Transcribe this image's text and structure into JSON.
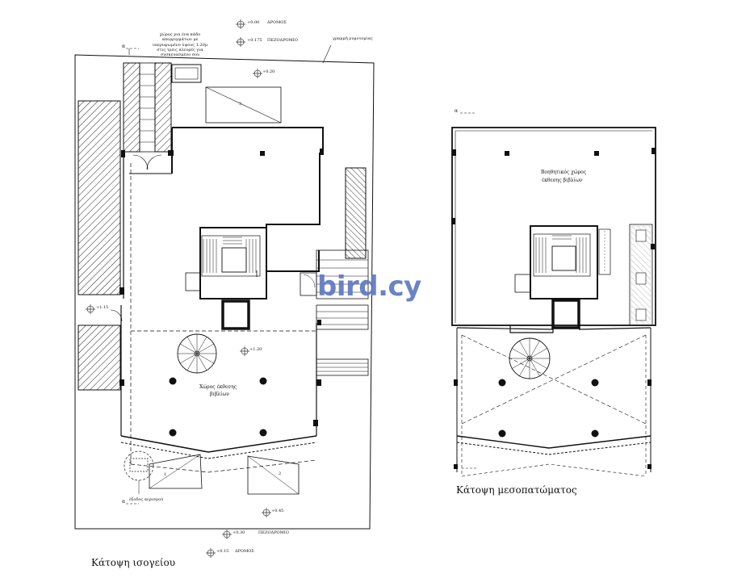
{
  "ground_floor": {
    "caption": "Κάτοψη ισογείου",
    "road_level_top": "+0.00",
    "road_top": "ΔΡΟΜΟΣ",
    "sidewalk_level_top": "+0.175",
    "sidewalk_top": "ΠΕΖΟΔΡΟΜΙΟ",
    "bin_note": "χώρος για ένα κάδο απορριμμάτων με υπερυψωμένο ύψους 1.20μ στις τρεις πλευρές για συσκευασμένο σου",
    "building_line": "γραμμή ρυμοτομίας",
    "level_entrance": "+0.20",
    "level_side": "+1.15",
    "level_hall": "+1.20",
    "hall_label_line1": "Χώρος έκθεσης",
    "hall_label_line2": "βιβλίων",
    "parking_1": "1",
    "parking_2": "2",
    "parking_3": "3",
    "exit_label": "έξοδος αερισμού",
    "level_front": "+0.45",
    "sidewalk_level_bottom": "+0.30",
    "sidewalk_bottom": "ΠΕΖΟΔΡΟΜΙΟ",
    "road_level_bottom": "+0.15",
    "road_bottom": "ΔΡΟΜΟΣ",
    "axis_mark": "α"
  },
  "mezzanine": {
    "caption": "Κάτοψη μεσοπατώματος",
    "room_label_line1": "Βοηθητικός χώρος",
    "room_label_line2": "έκθεσης βιβλίων",
    "axis_mark": "α"
  },
  "watermark": "bird.cy"
}
